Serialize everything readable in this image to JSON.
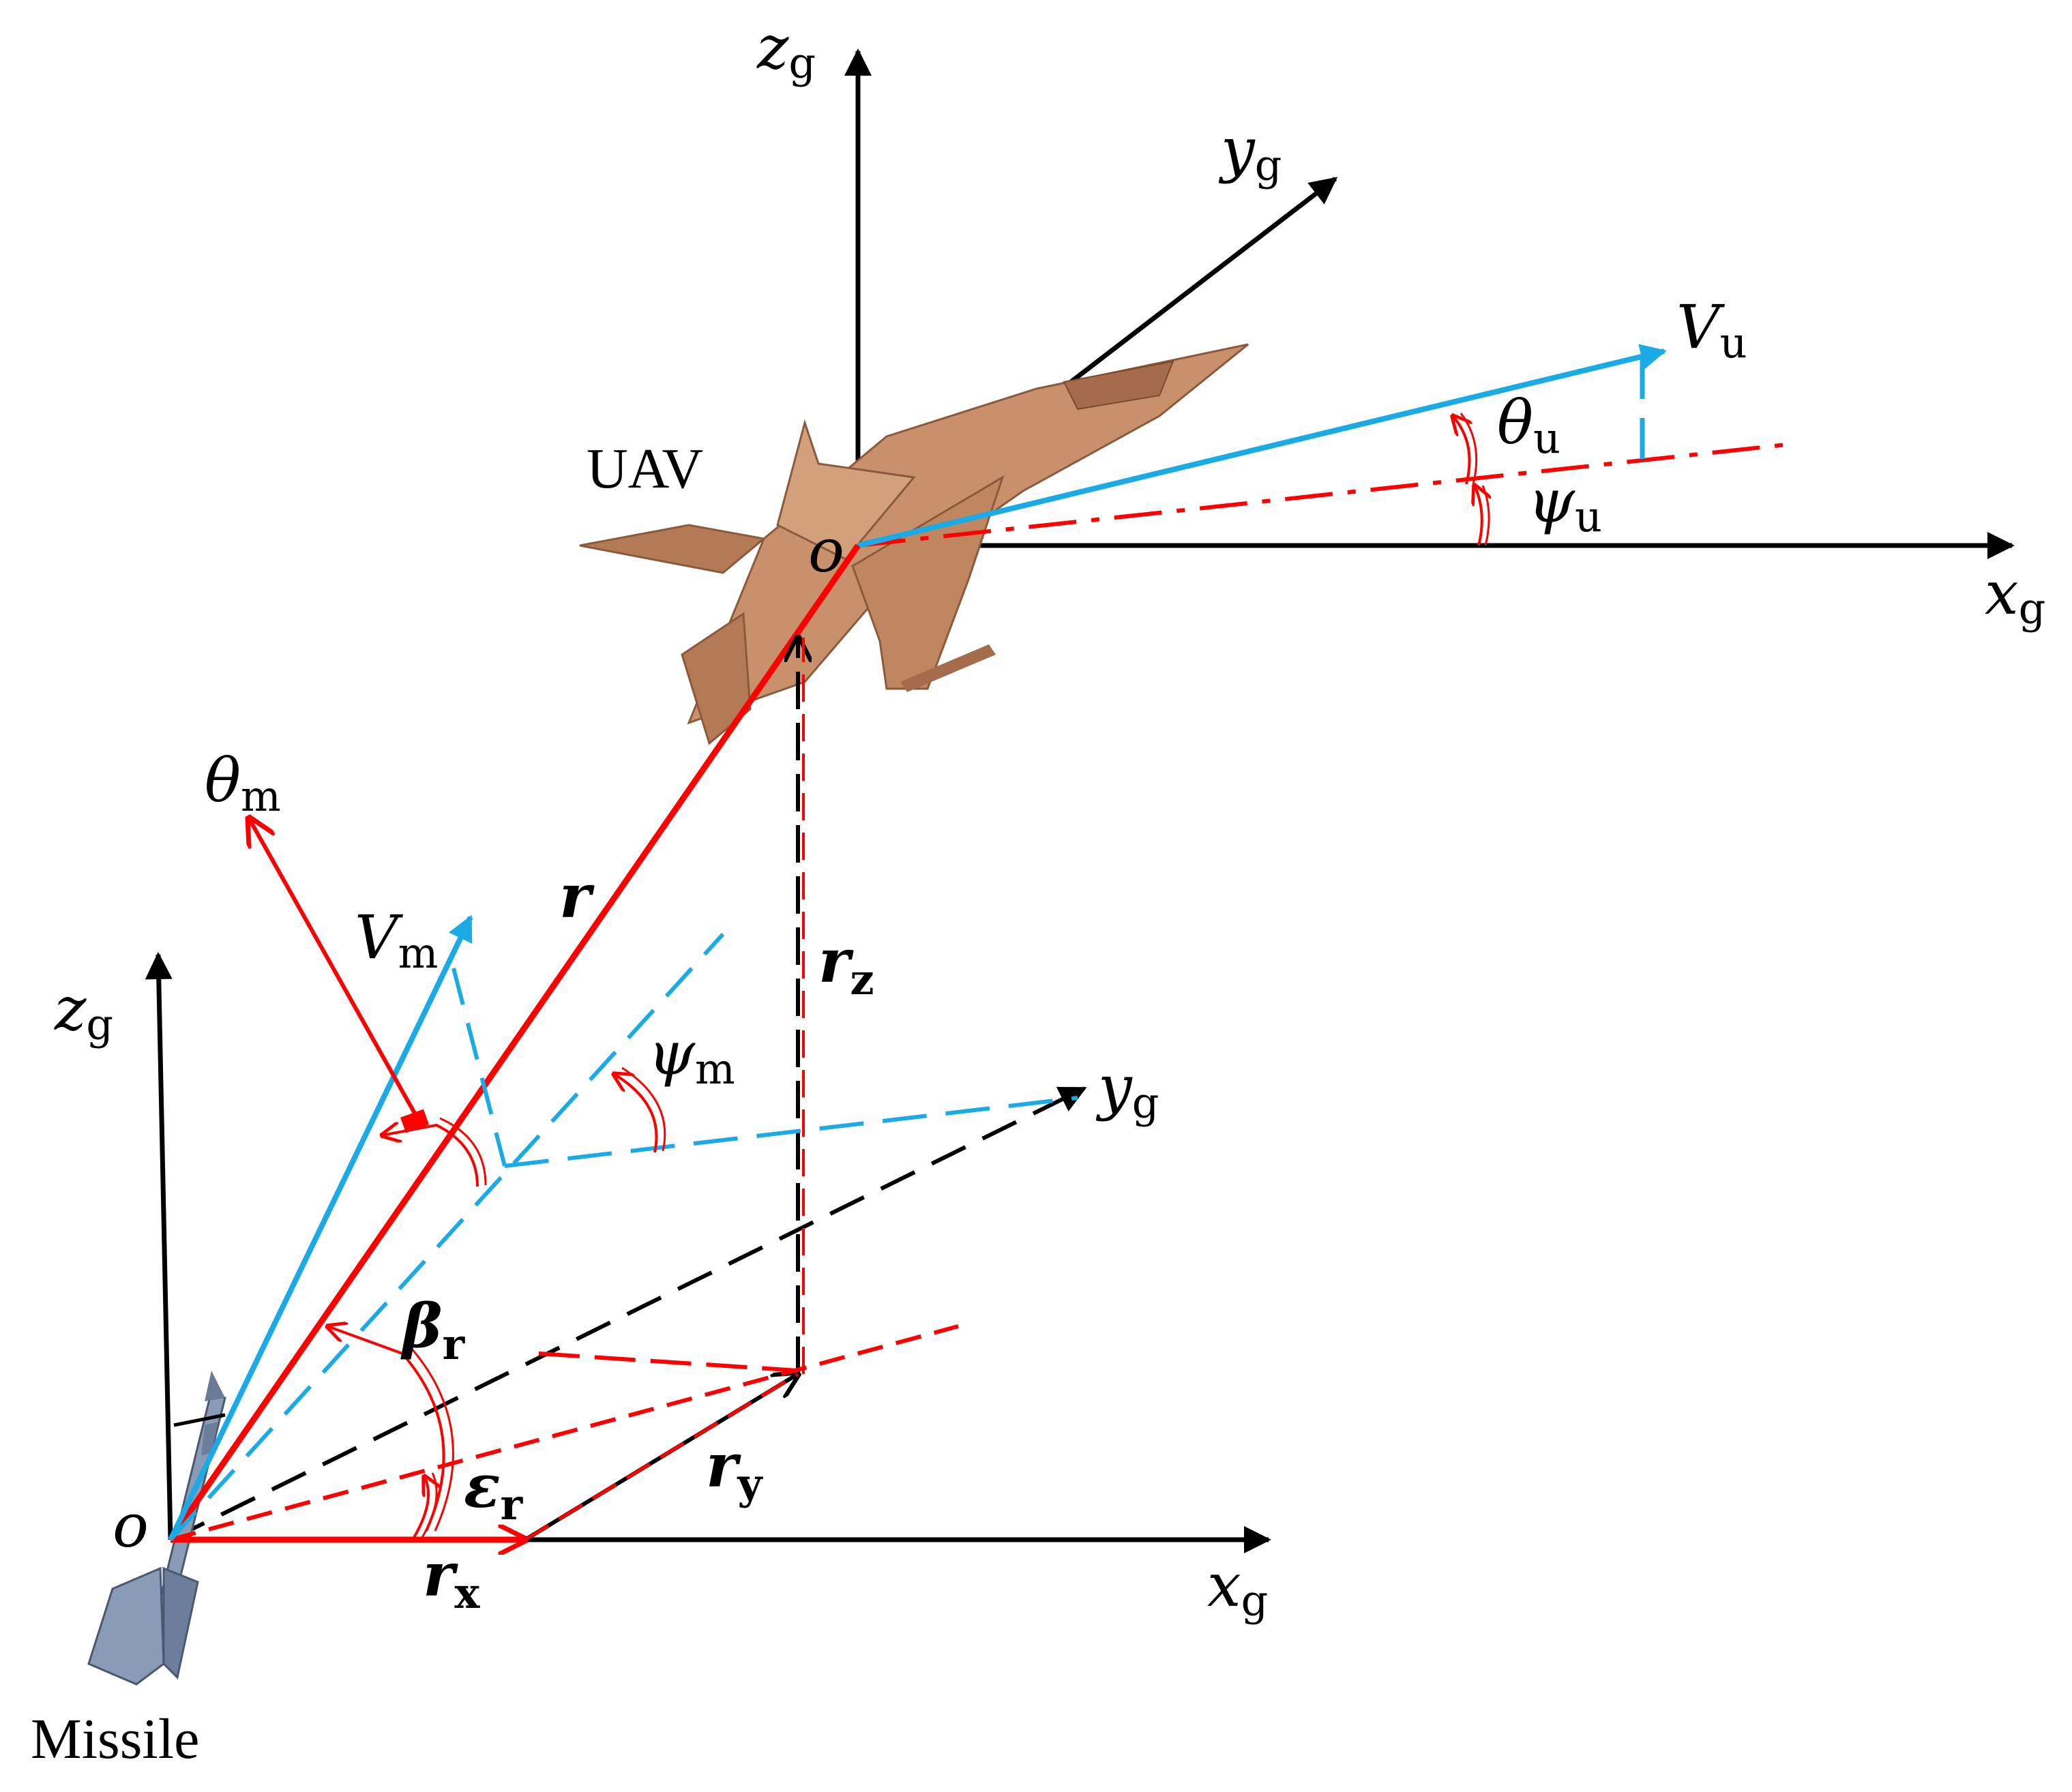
{
  "labels": {
    "uav": "UAV",
    "missile": "Missile",
    "origin_uav": "o",
    "origin_missile": "o",
    "zg_top": {
      "main": "z",
      "sub": "g"
    },
    "yg_top": {
      "main": "y",
      "sub": "g"
    },
    "xg_top": {
      "main": "x",
      "sub": "g"
    },
    "zg_bottom": {
      "main": "z",
      "sub": "g"
    },
    "yg_bottom": {
      "main": "y",
      "sub": "g"
    },
    "xg_bottom": {
      "main": "x",
      "sub": "g"
    },
    "v_u": {
      "main": "V",
      "sub": "u"
    },
    "theta_u": {
      "main": "θ",
      "sub": "u"
    },
    "psi_u": {
      "main": "ψ",
      "sub": "u"
    },
    "theta_m": {
      "main": "θ",
      "sub": "m"
    },
    "v_m": {
      "main": "V",
      "sub": "m"
    },
    "psi_m": {
      "main": "ψ",
      "sub": "m"
    },
    "r": "r",
    "r_z": {
      "main": "r",
      "sub": "z"
    },
    "r_y": {
      "main": "r",
      "sub": "y"
    },
    "r_x": {
      "main": "r",
      "sub": "x"
    },
    "beta_r": {
      "main": "β",
      "sub": "r"
    },
    "epsilon_r": {
      "main": "ε",
      "sub": "r"
    }
  },
  "colors": {
    "axis": "#000000",
    "line_of_sight": "#ff0000",
    "velocity": "#1aaae6",
    "aircraft": "#c9906c",
    "missile": "#8a9bb8"
  },
  "icons": {
    "uav": "fighter-jet-icon",
    "missile": "missile-icon"
  }
}
